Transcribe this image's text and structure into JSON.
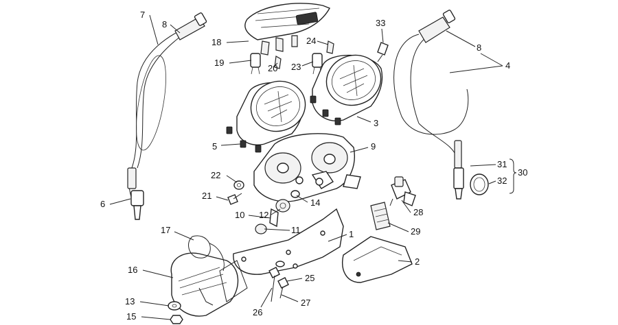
{
  "callouts": {
    "c1": "1",
    "c2": "2",
    "c3": "3",
    "c4": "4",
    "c5": "5",
    "c6": "6",
    "c7": "7",
    "c8a": "8",
    "c8b": "8",
    "c9": "9",
    "c10": "10",
    "c11": "11",
    "c12": "12",
    "c13": "13",
    "c14": "14",
    "c15": "15",
    "c16": "16",
    "c17": "17",
    "c18": "18",
    "c19": "19",
    "c20": "20",
    "c21": "21",
    "c22": "22",
    "c23": "23",
    "c24": "24",
    "c25": "25",
    "c26": "26",
    "c27": "27",
    "c28": "28",
    "c29": "29",
    "c30": "30",
    "c31": "31",
    "c32": "32",
    "c33": "33"
  }
}
